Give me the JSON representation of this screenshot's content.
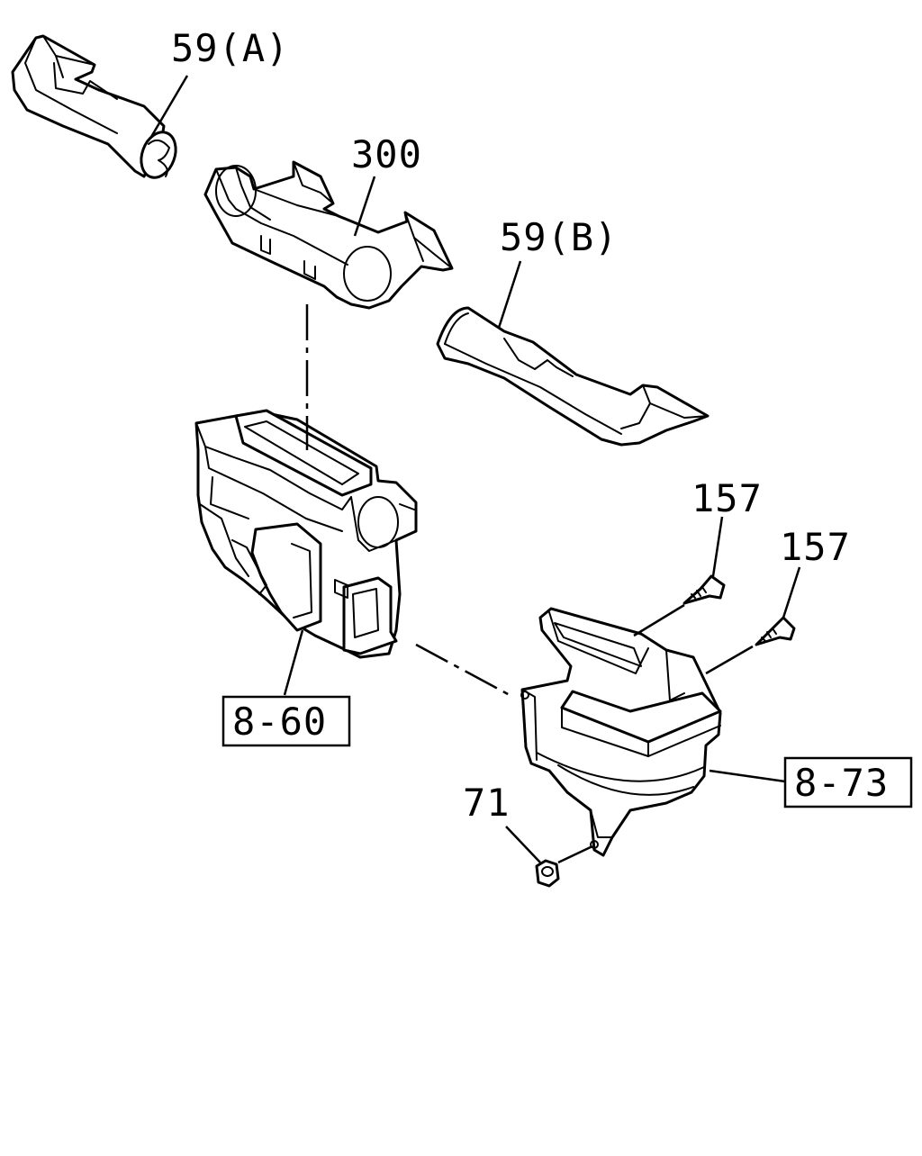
{
  "callouts": {
    "duct_a": "59(A)",
    "duct_center": "300",
    "duct_b": "59(B)",
    "screw_upper": "157",
    "screw_lower": "157",
    "heater_unit_ref": "8-60",
    "blower_unit_ref": "8-73",
    "nut": "71"
  }
}
